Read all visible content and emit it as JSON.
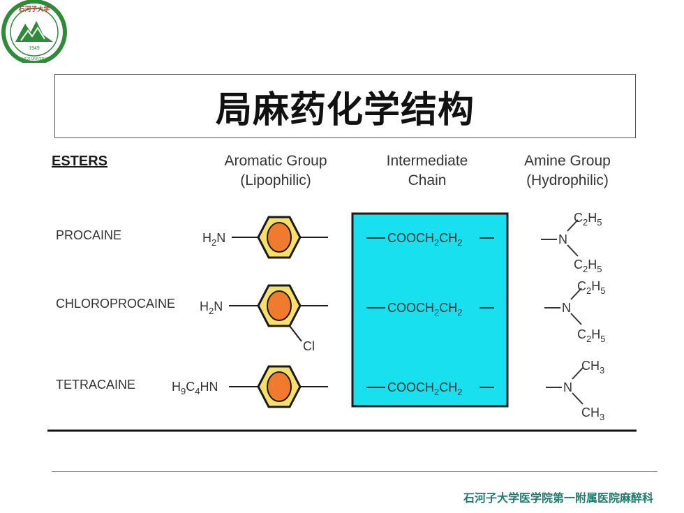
{
  "logo": {
    "top_text": "石河子大学",
    "year": "1949",
    "bottom_text": "SHIHEZI UNIVERSITY"
  },
  "title": "局麻药化学结构",
  "table": {
    "class_label": "ESTERS",
    "headers": {
      "aromatic": [
        "Aromatic Group",
        "(Lipophilic)"
      ],
      "intermediate": [
        "Intermediate",
        "Chain"
      ],
      "amine": [
        "Amine Group",
        "(Hydrophilic)"
      ]
    },
    "drugs": [
      {
        "name": "PROCAINE",
        "substituent": "H2N",
        "ring_sub": "",
        "chain": "COOCH2CH2",
        "amine_top": "C2H5",
        "amine_bottom": "C2H5"
      },
      {
        "name": "CHLOROPROCAINE",
        "substituent": "H2N",
        "ring_sub": "Cl",
        "chain": "COOCH2CH2",
        "amine_top": "C2H5",
        "amine_bottom": "C2H5"
      },
      {
        "name": "TETRACAINE",
        "substituent": "H9C4HN",
        "ring_sub": "",
        "chain": "COOCH2CH2",
        "amine_top": "CH3",
        "amine_bottom": "CH3"
      }
    ],
    "amine_atom": "N"
  },
  "footer": "石河子大学医学院第一附属医院麻醉科",
  "colors": {
    "hexagon_fill": "#f6e06a",
    "ring_fill": "#f07a2e",
    "chain_box": "#19e0ee",
    "footer_text": "#1f7a6e",
    "logo_green": "#2e8b3a"
  }
}
